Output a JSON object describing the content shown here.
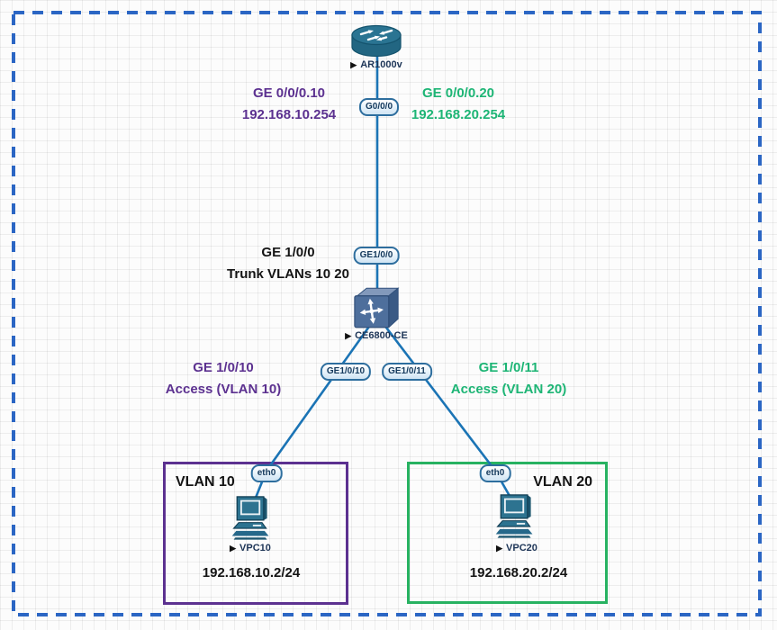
{
  "icons": {
    "play": "▶"
  },
  "colors": {
    "purple_vlan10": "#5c3190",
    "green_vlan20": "#1db575",
    "link_blue": "#1b74b5",
    "boundary_dashed_blue": "#2b66c4",
    "device_teal": "#2a7090",
    "switch_slate_blue": "#4e6f9c",
    "badge_border_blue": "#2e6e9e",
    "device_label_navy": "#1d3557"
  },
  "router": {
    "label": "AR1000v",
    "port_badge": "G0/0/0"
  },
  "switch": {
    "label": "CE6800-CE",
    "uplink_badge": "GE1/0/0",
    "access_badge_10": "GE1/0/10",
    "access_badge_11": "GE1/0/11"
  },
  "annotations": {
    "subif10": {
      "line1": "GE 0/0/0.10",
      "line2": "192.168.10.254"
    },
    "subif20": {
      "line1": "GE 0/0/0.20",
      "line2": "192.168.20.254"
    },
    "trunk": {
      "line1": "GE 1/0/0",
      "line2": "Trunk VLANs 10 20"
    },
    "access10": {
      "line1": "GE 1/0/10",
      "line2": "Access (VLAN 10)"
    },
    "access20": {
      "line1": "GE 1/0/11",
      "line2": "Access (VLAN 20)"
    }
  },
  "vlan10": {
    "title": "VLAN 10",
    "nic_badge": "eth0",
    "device_label": "VPC10",
    "ip": "192.168.10.2/24"
  },
  "vlan20": {
    "title": "VLAN 20",
    "nic_badge": "eth0",
    "device_label": "VPC20",
    "ip": "192.168.20.2/24"
  }
}
